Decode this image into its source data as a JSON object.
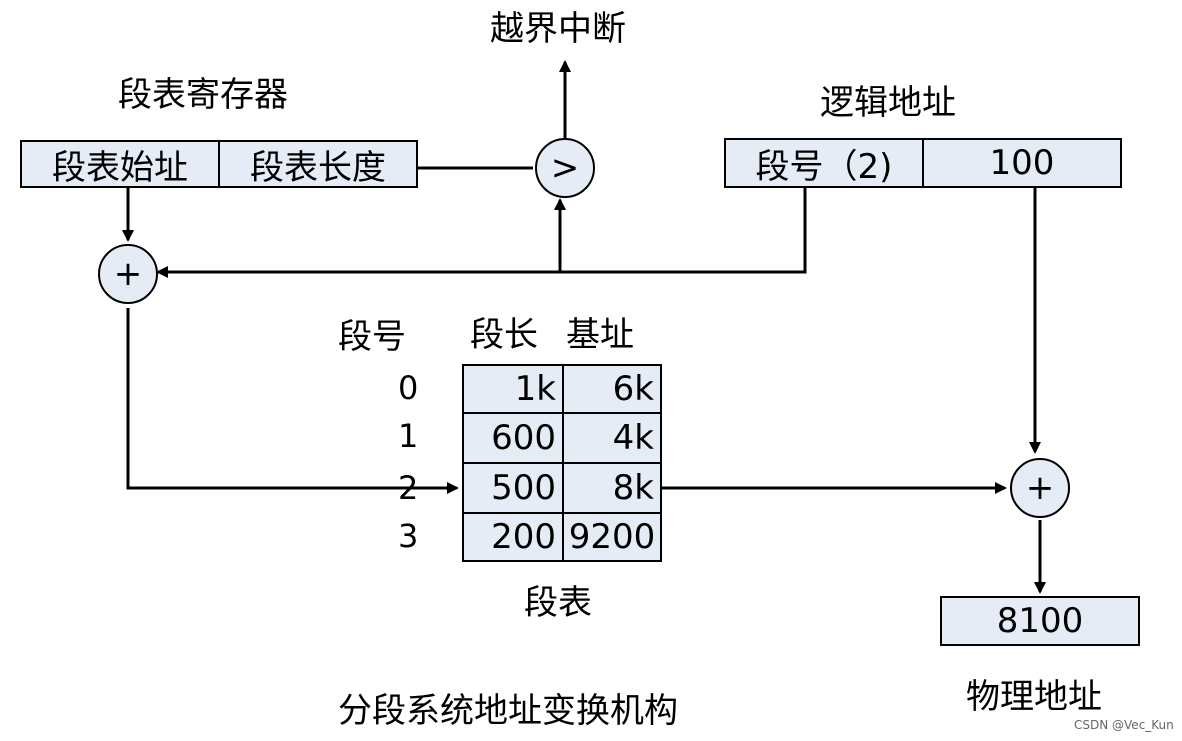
{
  "labels": {
    "overflow_interrupt": "越界中断",
    "segment_register": "段表寄存器",
    "logical_address": "逻辑地址",
    "segment_table": "段表",
    "physical_address": "物理地址",
    "caption": "分段系统地址变换机构",
    "watermark": "CSDN @Vec_Kun"
  },
  "register": {
    "start_addr": "段表始址",
    "length": "段表长度"
  },
  "logical": {
    "segment_no": "段号（2)",
    "offset": "100"
  },
  "operators": {
    "compare": ">",
    "add_top": "+",
    "add_right": "+"
  },
  "table": {
    "header_no": "段号",
    "header_len": "段长",
    "header_base": "基址",
    "rows": [
      {
        "no": "0",
        "len": "1k",
        "base": "6k"
      },
      {
        "no": "1",
        "len": "600",
        "base": "4k"
      },
      {
        "no": "2",
        "len": "500",
        "base": "8k"
      },
      {
        "no": "3",
        "len": "200",
        "base": "9200"
      }
    ]
  },
  "result": {
    "value": "8100"
  }
}
